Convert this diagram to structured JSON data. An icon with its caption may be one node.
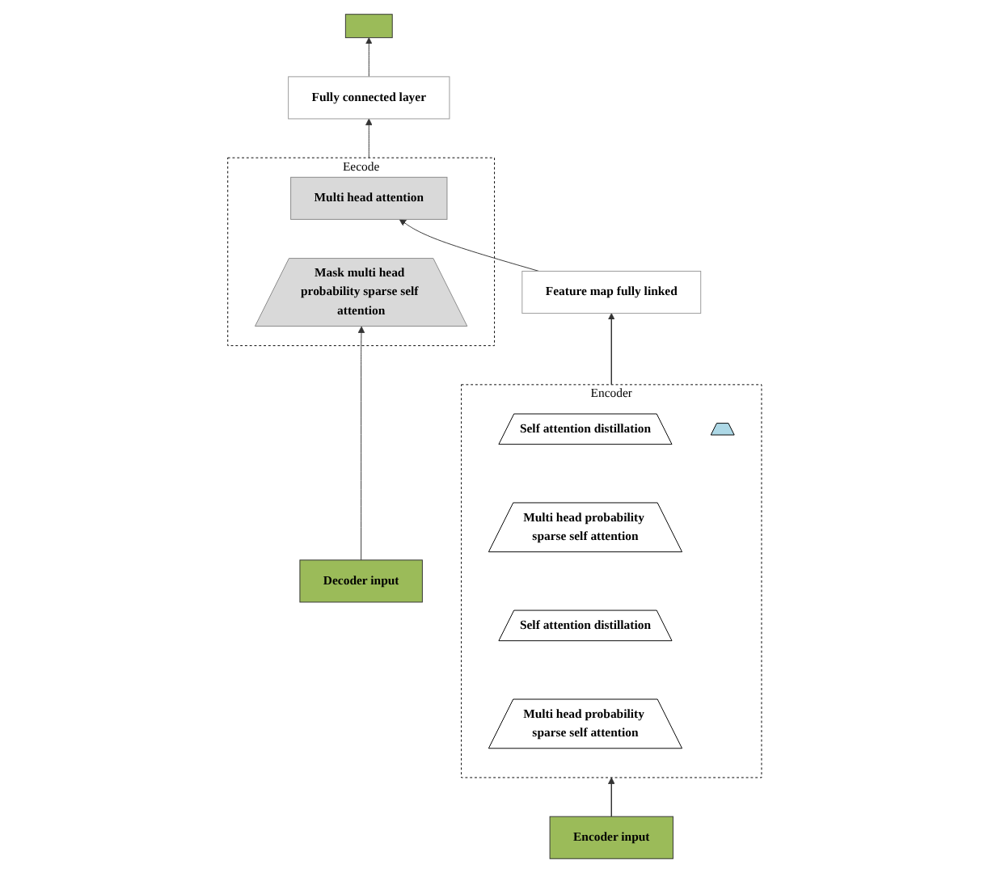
{
  "diagram": {
    "nodes": [
      {
        "text": [
          "Feature map fully linked"
        ]
      },
      {
        "text": [
          "Encoder"
        ]
      },
      {
        "text": [
          "Self attention distillation"
        ],
        "in": 1
      },
      {
        "text": [
          "Multi head probability sparse self attention"
        ],
        "in": 1
      },
      {
        "text": [
          "Self attention distillation"
        ],
        "in": 1
      },
      {
        "text": [
          "Multi head probability sparse self attention"
        ],
        "in": 1
      },
      {
        "text": [],
        "shape": "trapezoid",
        "in": 1
      },
      {
        "text": [
          "Encoder input"
        ]
      },
      {
        "text": [
          "Fully connected layer"
        ]
      },
      {
        "text": [],
        "shape": "bar"
      },
      {
        "text": [
          "Eecode"
        ]
      },
      {
        "text": [
          "Multi head attention"
        ],
        "in": 10
      },
      {
        "text": [
          "Mask multi head probability sparse self attention"
        ],
        "in": 10
      },
      {
        "text": [
          "Decoder input"
        ]
      }
    ],
    "edges": [
      {
        "from": 7,
        "to": 1,
        "arrow": "to"
      },
      {
        "from": 1,
        "to": 0,
        "arrow": "to"
      },
      {
        "from": 0,
        "to": 11,
        "arrow": "to"
      },
      {
        "from": 13,
        "to": 12,
        "arrow": "to"
      },
      {
        "from": 10,
        "to": 8,
        "arrow": "to"
      },
      {
        "from": 8,
        "to": 9,
        "arrow": "to"
      }
    ]
  }
}
